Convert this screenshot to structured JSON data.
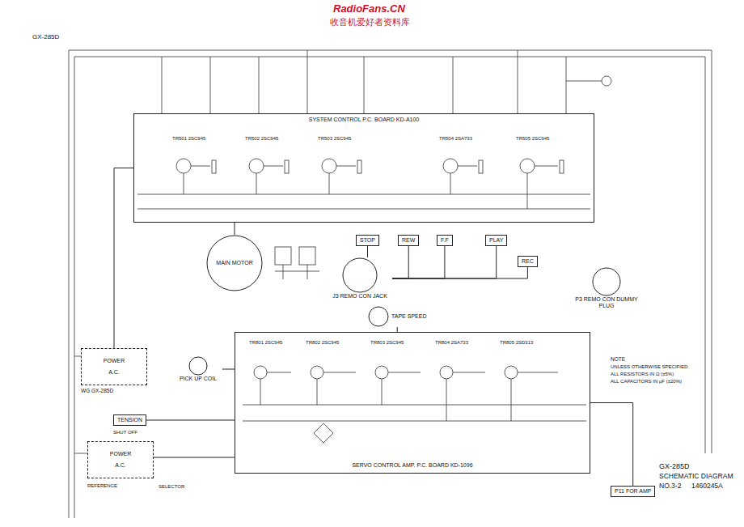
{
  "diagram": {
    "title": "GX-285D",
    "nodes": [
      {
        "text": [
          "SYSTEM CONTROL P.C. BOARD KD-A100"
        ]
      },
      {
        "text": [
          "MAIN MOTOR"
        ]
      },
      {
        "text": [
          "STOP"
        ]
      },
      {
        "text": [
          "REW"
        ]
      },
      {
        "text": [
          "F.F"
        ]
      },
      {
        "text": [
          "PLAY"
        ]
      },
      {
        "text": [
          "REC"
        ]
      },
      {
        "text": [
          "J3 REMO CON JACK"
        ]
      },
      {
        "text": [
          "P3 REMO CON DUMMY PLUG"
        ]
      },
      {
        "text": [
          "TAPE SPEED"
        ]
      },
      {
        "text": [
          "SERVO CONTROL AMP. P.C. BOARD KD-1096"
        ]
      },
      {
        "text": [
          "PICK UP COIL"
        ]
      },
      {
        "text": [
          "POWER",
          "A.C."
        ]
      },
      {
        "text": [
          "TENSION"
        ]
      },
      {
        "text": [
          "POWER",
          "A.C."
        ]
      },
      {
        "text": [
          "P11 FOR AMP"
        ]
      }
    ],
    "edges": [
      {
        "from": 0,
        "to": 1,
        "arrow": "none"
      },
      {
        "from": 2,
        "to": 7,
        "arrow": "none"
      },
      {
        "from": 3,
        "to": 7,
        "arrow": "none"
      },
      {
        "from": 4,
        "to": 7,
        "arrow": "none"
      },
      {
        "from": 5,
        "to": 7,
        "arrow": "none"
      },
      {
        "from": 6,
        "to": 7,
        "arrow": "none"
      },
      {
        "from": 12,
        "to": 0,
        "arrow": "none"
      },
      {
        "from": 9,
        "to": 10,
        "arrow": "none"
      },
      {
        "from": 10,
        "to": 11,
        "arrow": "none"
      },
      {
        "from": 13,
        "to": 10,
        "arrow": "none"
      },
      {
        "from": 14,
        "to": 10,
        "arrow": "none"
      },
      {
        "from": 10,
        "to": 15,
        "arrow": "none"
      }
    ],
    "labels": [
      "RadioFans.CN",
      "收音机爱好者资料库",
      "WG GX-285D",
      "SHUT OFF",
      "REFERENCE",
      "TR501 2SC945",
      "TR502 2SC945",
      "TR503 2SC945",
      "TR504 2SA733",
      "TR505 2SC945",
      "TR801 2SC945",
      "TR802 2SC945",
      "TR803 2SC945",
      "TR804 2SA733",
      "TR805 2SD313",
      "NOTE",
      "UNLESS OTHERWISE SPECIFIED:",
      "ALL RESISTORS IN Ω (±5%)",
      "ALL CAPACITORS IN μF (±20%)",
      "GX-285D",
      "SCHEMATIC DIAGRAM",
      "NO.3-2",
      "1460245A",
      "SELECTOR"
    ]
  }
}
